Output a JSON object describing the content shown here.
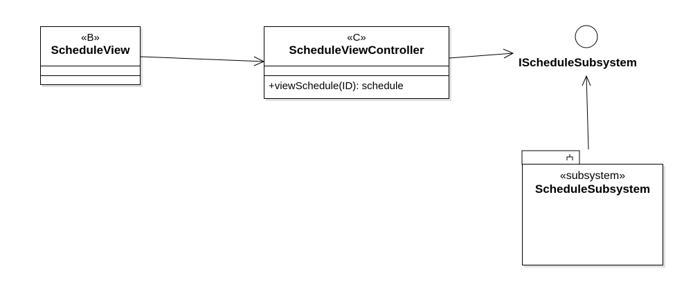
{
  "classes": {
    "schedule_view": {
      "stereotype": "«B»",
      "name": "ScheduleView"
    },
    "schedule_view_controller": {
      "stereotype": "«C»",
      "name": "ScheduleViewController",
      "operations": [
        "+viewSchedule(ID): schedule"
      ]
    }
  },
  "interface": {
    "name": "IScheduleSubsystem"
  },
  "subsystem": {
    "stereotype": "«subsystem»",
    "name": "ScheduleSubsystem"
  }
}
